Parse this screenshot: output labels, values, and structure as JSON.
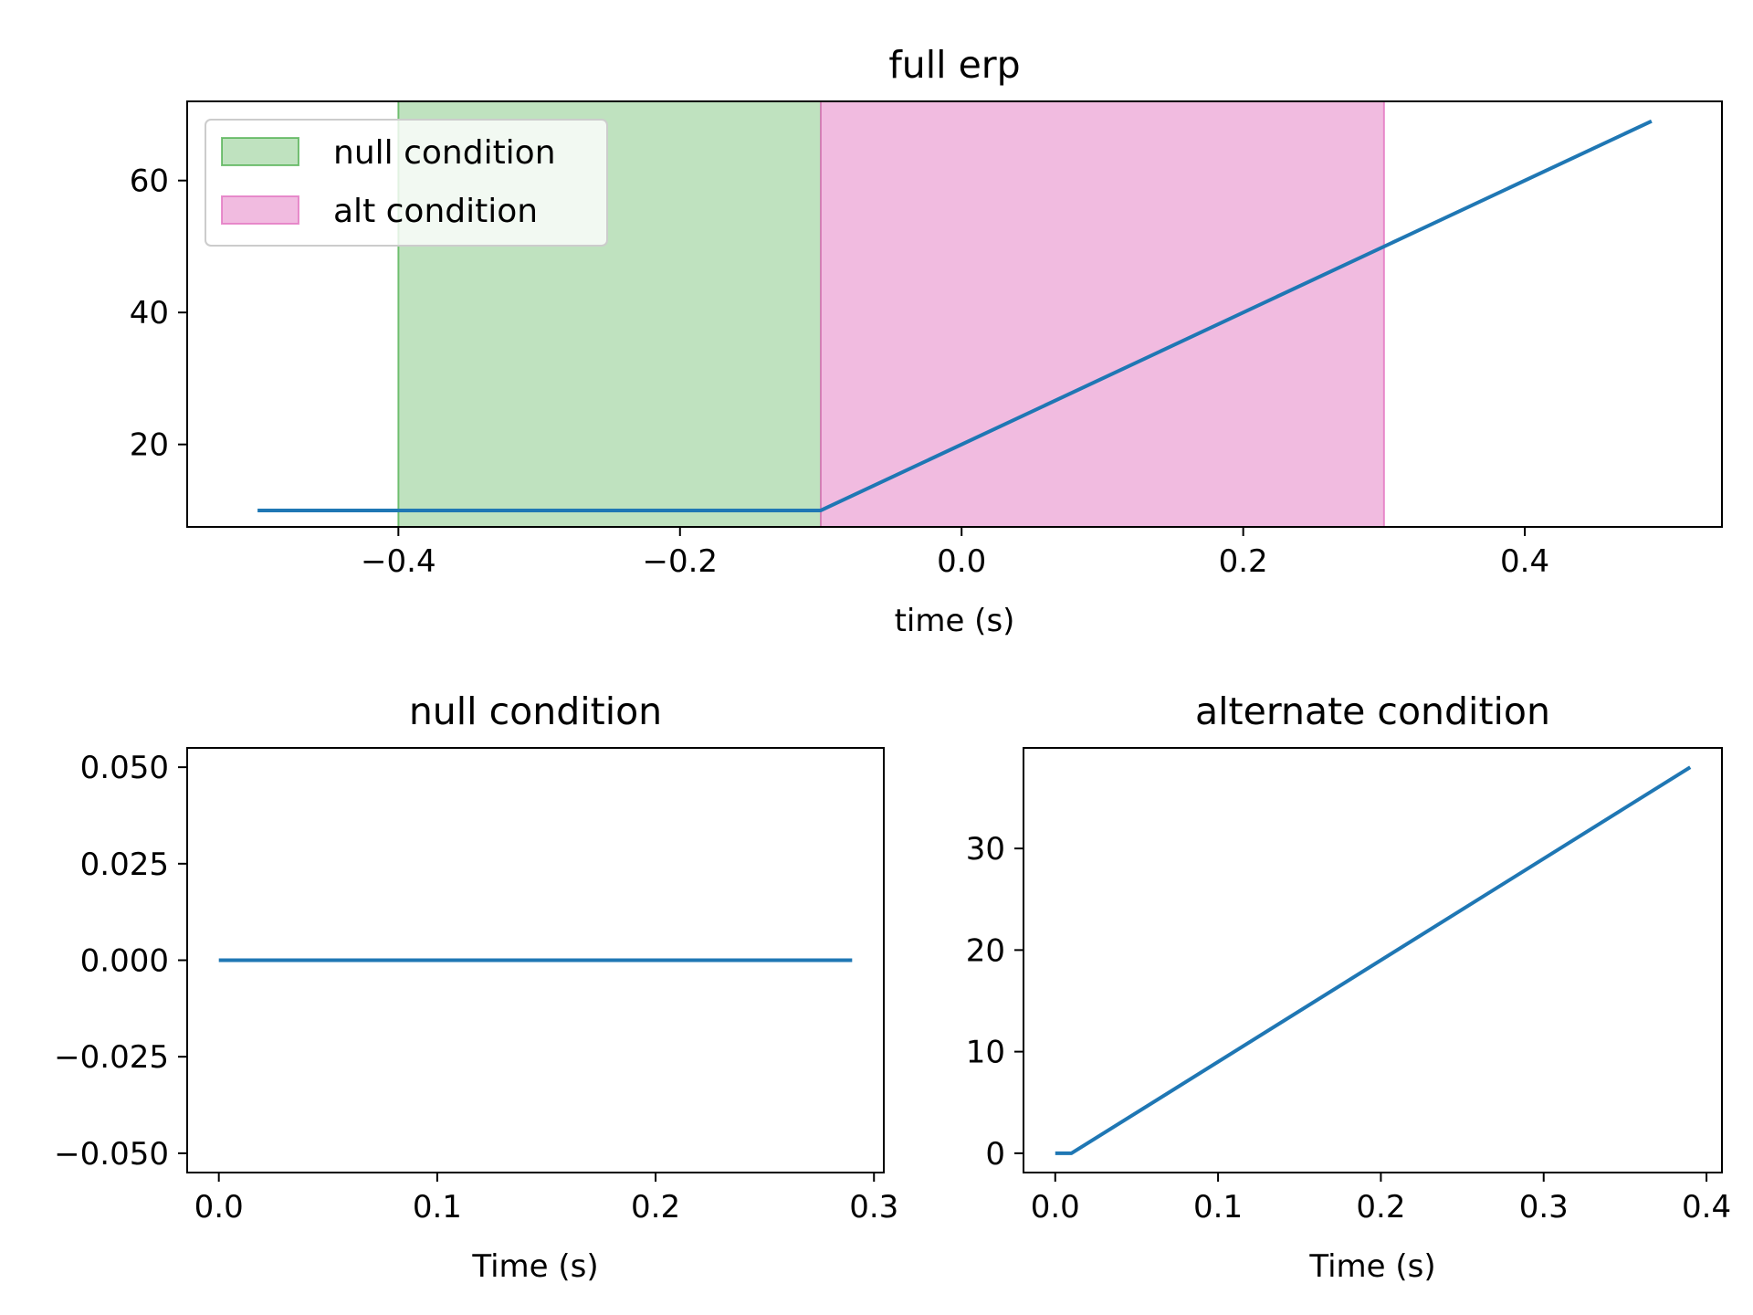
{
  "chart_data": [
    {
      "id": "full-erp",
      "type": "line",
      "title": "full erp",
      "xlabel": "time (s)",
      "ylabel": "",
      "xlim": [
        -0.55,
        0.54
      ],
      "ylim": [
        7.5,
        72
      ],
      "xticks": [
        -0.4,
        -0.2,
        0.0,
        0.2,
        0.4
      ],
      "xtick_labels": [
        "−0.4",
        "−0.2",
        "0.0",
        "0.2",
        "0.4"
      ],
      "yticks": [
        20,
        40,
        60
      ],
      "ytick_labels": [
        "20",
        "40",
        "60"
      ],
      "grid": false,
      "legend_placement": "upper-left",
      "spans": [
        {
          "name": "null condition",
          "x0": -0.4,
          "x1": -0.1,
          "color": "#2ca02c",
          "opacity": 0.3
        },
        {
          "name": "alt condition",
          "x0": -0.1,
          "x1": 0.3,
          "color": "#e377c2",
          "opacity": 0.5
        }
      ],
      "series": [
        {
          "color": "#1f77b4",
          "x": [
            -0.5,
            -0.1,
            0.49
          ],
          "y": [
            10,
            10,
            69
          ]
        }
      ]
    },
    {
      "id": "null-condition",
      "type": "line",
      "title": "null condition",
      "xlabel": "Time (s)",
      "ylabel": "",
      "xlim": [
        -0.0145,
        0.3045
      ],
      "ylim": [
        -0.055,
        0.055
      ],
      "xticks": [
        0.0,
        0.1,
        0.2,
        0.3
      ],
      "xtick_labels": [
        "0.0",
        "0.1",
        "0.2",
        "0.3"
      ],
      "yticks": [
        -0.05,
        -0.025,
        0.0,
        0.025,
        0.05
      ],
      "ytick_labels": [
        "−0.050",
        "−0.025",
        "0.000",
        "0.025",
        "0.050"
      ],
      "grid": false,
      "series": [
        {
          "color": "#1f77b4",
          "x": [
            0.0,
            0.29
          ],
          "y": [
            0,
            0
          ]
        }
      ]
    },
    {
      "id": "alternate-condition",
      "type": "line",
      "title": "alternate condition",
      "xlabel": "Time (s)",
      "ylabel": "",
      "xlim": [
        -0.0195,
        0.4095
      ],
      "ylim": [
        -1.9,
        39.9
      ],
      "xticks": [
        0.0,
        0.1,
        0.2,
        0.3,
        0.4
      ],
      "xtick_labels": [
        "0.0",
        "0.1",
        "0.2",
        "0.3",
        "0.4"
      ],
      "yticks": [
        0,
        10,
        20,
        30
      ],
      "ytick_labels": [
        "0",
        "10",
        "20",
        "30"
      ],
      "grid": false,
      "series": [
        {
          "color": "#1f77b4",
          "x": [
            0.0,
            0.01,
            0.39
          ],
          "y": [
            0,
            0,
            38
          ]
        }
      ]
    }
  ]
}
